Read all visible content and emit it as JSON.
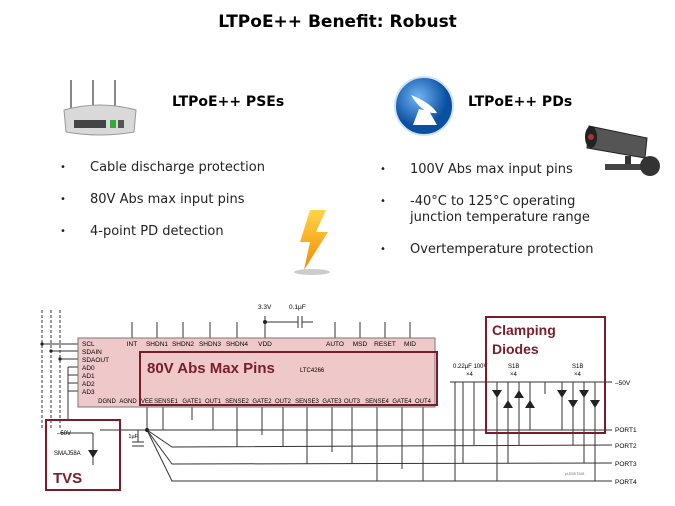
{
  "title": "LTPoE++ Benefit: Robust",
  "pse": {
    "heading": "LTPoE++ PSEs",
    "icon": "router-icon",
    "bullets": [
      "Cable discharge protection",
      "80V Abs max input pins",
      "4-point PD detection"
    ]
  },
  "pd": {
    "heading": "LTPoE++ PDs",
    "icon": "satellite-dish-icon",
    "bullets": [
      "100V Abs max input pins",
      "-40°C to 125°C operating junction temperature range",
      "Overtemperature protection"
    ]
  },
  "center_icon": "lightning-bolt-icon",
  "camera_icon": "security-camera-icon",
  "schematic": {
    "ic_name": "LTC4266",
    "supply": "3.3V",
    "vdd_cap": "0.1µF",
    "left_pins": [
      "SCL",
      "SDAIN",
      "SDAOUT",
      "AD0",
      "AD1",
      "AD2",
      "AD3"
    ],
    "top_pins": [
      "INT",
      "SHDN1",
      "SHDN2",
      "SHDN3",
      "SHDN4",
      "VDD",
      "AUTO",
      "MSD",
      "RESET",
      "MID"
    ],
    "bottom_pins": [
      "DGND",
      "AGND",
      "VEE",
      "SENSE1",
      "GATE1",
      "OUT1",
      "SENSE2",
      "GATE2",
      "OUT2",
      "SENSE3",
      "GATE3",
      "OUT3",
      "SENSE4",
      "GATE4",
      "OUT4"
    ],
    "callout_pins": "80V Abs Max Pins",
    "callout_diodes_1": "Clamping",
    "callout_diodes_2": "Diodes",
    "callout_tvs": "TVS",
    "tvs_part": "SMAJ58A",
    "neg_rail": "–50V",
    "vee_cap": "1µF",
    "port_cap": "0.22µF 100V",
    "port_cap_count": "×4",
    "diode_part": "S1B",
    "diode_count": "×4",
    "ports": [
      "PORT1",
      "PORT2",
      "PORT3",
      "PORT4"
    ],
    "figure_id": "pl-DS5 TA01",
    "callout_color": "#7a1c2a",
    "ic_fill": "#efc9c9"
  }
}
